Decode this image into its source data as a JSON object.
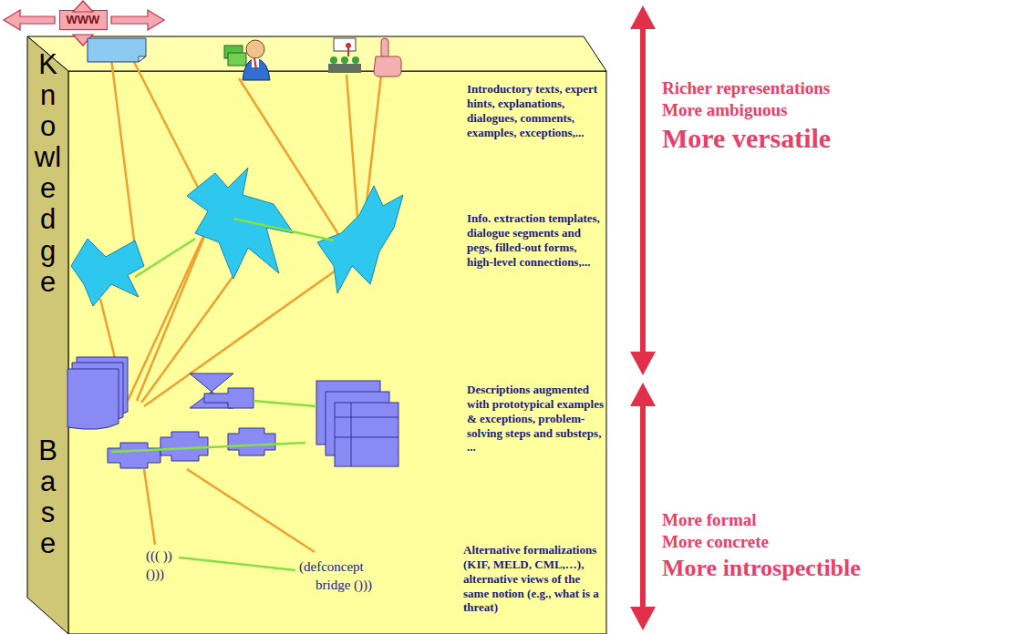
{
  "diagram": {
    "nodes": [
      {
        "text": [
          "Knowledge",
          "Base"
        ]
      },
      {
        "text": [
          "WWW"
        ]
      }
    ],
    "labels": [
      "Introductory texts, expert hints, explanations, dialogues, comments, examples, exceptions,...",
      "Info. extraction templates, dialogue segments and pegs, filled-out forms, high-level connections,...",
      "Descriptions augmented with prototypical examples & exceptions, problem-solving steps and substeps, ...",
      "Alternative formalizations (KIF, MELD, CML,…), alternative views of the same notion (e.g., what is a threat)",
      "((( )) ()))",
      "(defconcept bridge ()))",
      "Richer representations",
      "More ambiguous",
      "More versatile",
      "More formal",
      "More concrete",
      "More introspectible"
    ]
  }
}
